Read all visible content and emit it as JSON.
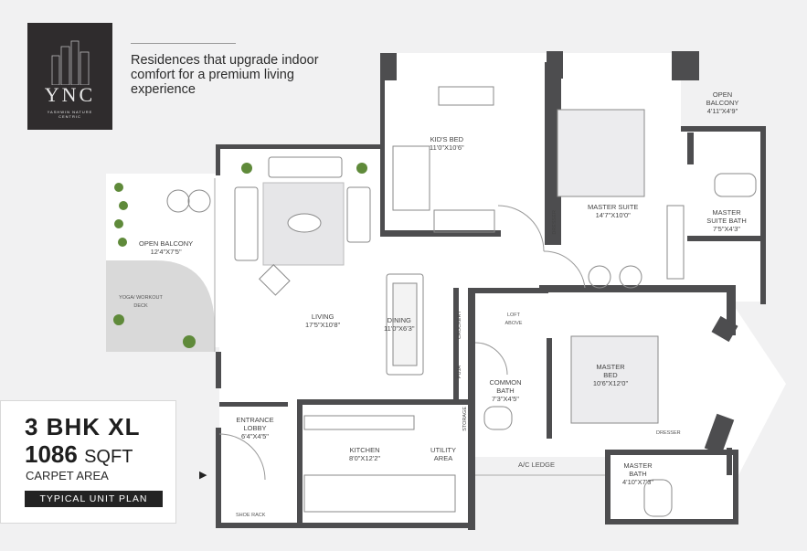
{
  "brand": {
    "logo_text": "YNC",
    "logo_sub": "YASHWIN NATURE CENTRIC",
    "tagline": "Residences that upgrade indoor comfort for a premium living experience"
  },
  "summary": {
    "bhk": "3 BHK XL",
    "area_number": "1086",
    "area_unit": "SQFT",
    "area_type": "CARPET AREA",
    "plan_type": "TYPICAL UNIT PLAN"
  },
  "rooms": {
    "kids_bed": {
      "name": "KID'S BED",
      "dim": "11'0\"X10'6\""
    },
    "master_suite": {
      "name": "MASTER SUITE",
      "dim": "14'7\"X10'0\""
    },
    "open_balcony_top": {
      "name": "OPEN BALCONY",
      "dim": "4'11\"X4'9\""
    },
    "master_suite_bath": {
      "name": "MASTER SUITE BATH",
      "dim": "7'5\"X4'3\""
    },
    "open_balcony": {
      "name": "OPEN BALCONY",
      "dim": "12'4\"X7'5\""
    },
    "living": {
      "name": "LIVING",
      "dim": "17'5\"X10'8\""
    },
    "dining": {
      "name": "DINING",
      "dim": "11'0\"X6'3\""
    },
    "common_bath": {
      "name": "COMMON BATH",
      "dim": "7'3\"X4'5\""
    },
    "master_bed": {
      "name": "MASTER BED",
      "dim": "10'6\"X12'0\""
    },
    "entrance_lobby": {
      "name": "ENTRANCE LOBBY",
      "dim": "6'4\"X4'5\""
    },
    "kitchen": {
      "name": "KITCHEN",
      "dim": "8'0\"X12'2\""
    },
    "utility": {
      "name": "UTILITY AREA"
    },
    "master_bath": {
      "name": "MASTER BATH",
      "dim": "4'10\"X7'3\""
    }
  },
  "small_labels": {
    "yoga_deck": "YOGA/ WORKOUT DECK",
    "loft": "LOFT ABOVE",
    "ac_ledge": "A/C LEDGE",
    "shoe_rack": "SHOE RACK",
    "crockery": "CROCKERY",
    "puja": "PUJA",
    "storage": "STORAGE",
    "dresser_left": "DRESSER",
    "dresser_right": "DRESSER"
  }
}
